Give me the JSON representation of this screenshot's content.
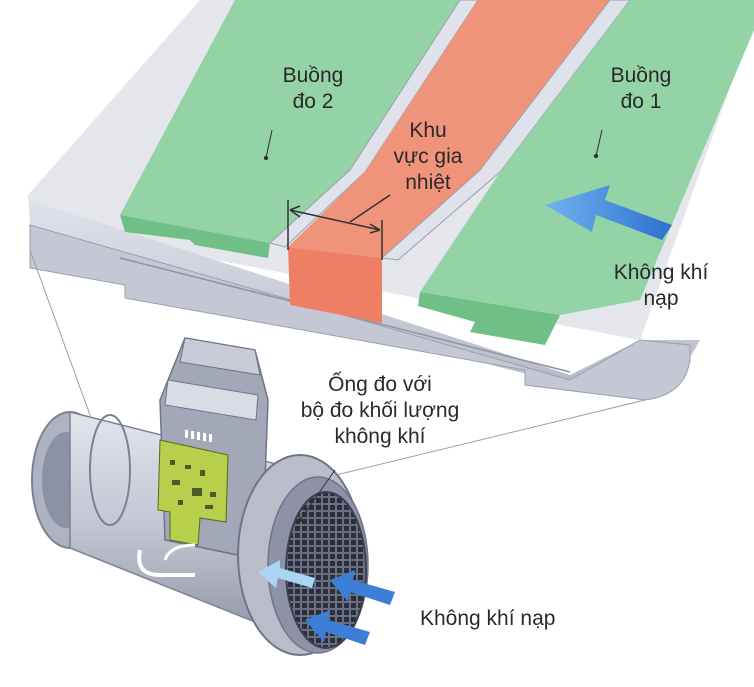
{
  "labels": {
    "chamber2": [
      "Buồng",
      "đo 2"
    ],
    "heating_zone": [
      "Khu",
      "vực gia",
      "nhiệt"
    ],
    "chamber1": [
      "Buồng",
      "đo 1"
    ],
    "intake_air_top": [
      "Không khí",
      "nạp"
    ],
    "tube": [
      "Ống đo với",
      "bộ đo khối lượng",
      "không khí"
    ],
    "intake_air_bottom": "Không khí nạp"
  },
  "colors": {
    "chamber_green": "#93d3a6",
    "heating_red": "#f0937b",
    "flow_arrow_blue": "#3d7fd6",
    "sensor_body_gray": "#c9ccd6",
    "pcb_green": "#b7cf4a"
  }
}
